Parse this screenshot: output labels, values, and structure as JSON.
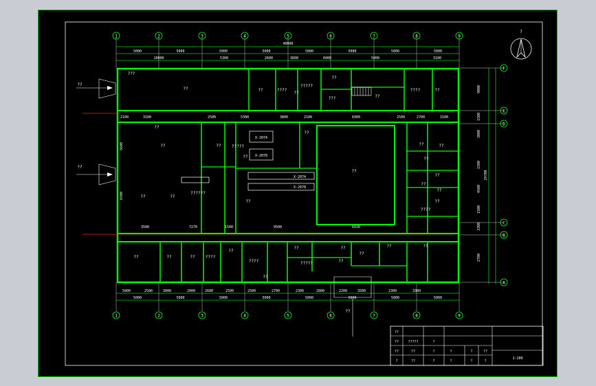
{
  "drawing": {
    "compass_label": "?",
    "scale_text": "1:100",
    "top_total_dim": "40000",
    "top_dims_row1": [
      "5000",
      "5000",
      "5000",
      "5000",
      "5000",
      "5000",
      "5000",
      "5000"
    ],
    "top_dims_row2": [
      "10000",
      "5300",
      "2600",
      "3600",
      "6000",
      "5000",
      "3100"
    ],
    "bottom_dims_row1": [
      "5000",
      "2500",
      "3000",
      "2000",
      "2600",
      "2500",
      "2500",
      "2700",
      "2300",
      "2800",
      "2200",
      "3500",
      "2300",
      "3300"
    ],
    "bottom_dims_row2": [
      "5000",
      "5000",
      "5000",
      "5000",
      "5000",
      "5000",
      "5000",
      "5000"
    ],
    "inner_top_dims": [
      "2100",
      "3100",
      "2500",
      "5300",
      "3800",
      "2100",
      "6900",
      "2500",
      "2700",
      "3100"
    ],
    "inner_bottom_dims": [
      "3500",
      "7270",
      "1500",
      "9500",
      "6030"
    ],
    "right_dims": [
      "9000",
      "1500",
      "3000",
      "1500",
      "4500",
      "1500",
      "3300",
      "2700"
    ],
    "right_total_dim": "29700",
    "left_dims": [
      "5600",
      "6500"
    ],
    "axis_labels_horizontal": [
      "1",
      "2",
      "3",
      "4",
      "5",
      "6",
      "7",
      "8",
      "9"
    ],
    "axis_labels_vertical": [
      "F",
      "E",
      "D",
      "C",
      "B",
      "A"
    ],
    "equipment_labels": [
      "X-2074",
      "X-2078",
      "X-2074",
      "X-2078"
    ],
    "entrance_labels": [
      "??",
      "??",
      "??"
    ],
    "room_labels": [
      "???",
      "??",
      "??",
      "????",
      "?????",
      "??",
      "??",
      "???",
      "??",
      "????",
      "??",
      "??",
      "??",
      "??",
      "??",
      "?????",
      "??",
      "??",
      "??",
      "??",
      "??????",
      "??",
      "??",
      "??",
      "??",
      "??",
      "??",
      "????",
      "??",
      "??",
      "??",
      "??",
      "??",
      "????",
      "??",
      "????",
      "??",
      "??",
      "?????",
      "??",
      "??",
      "??",
      "??",
      "??"
    ],
    "title_block": {
      "cells": [
        "??",
        "?????",
        "??",
        "?",
        "??",
        "??",
        "?",
        "?",
        "??",
        "?",
        "?",
        "??",
        "?",
        "?",
        "?",
        "?"
      ]
    }
  }
}
